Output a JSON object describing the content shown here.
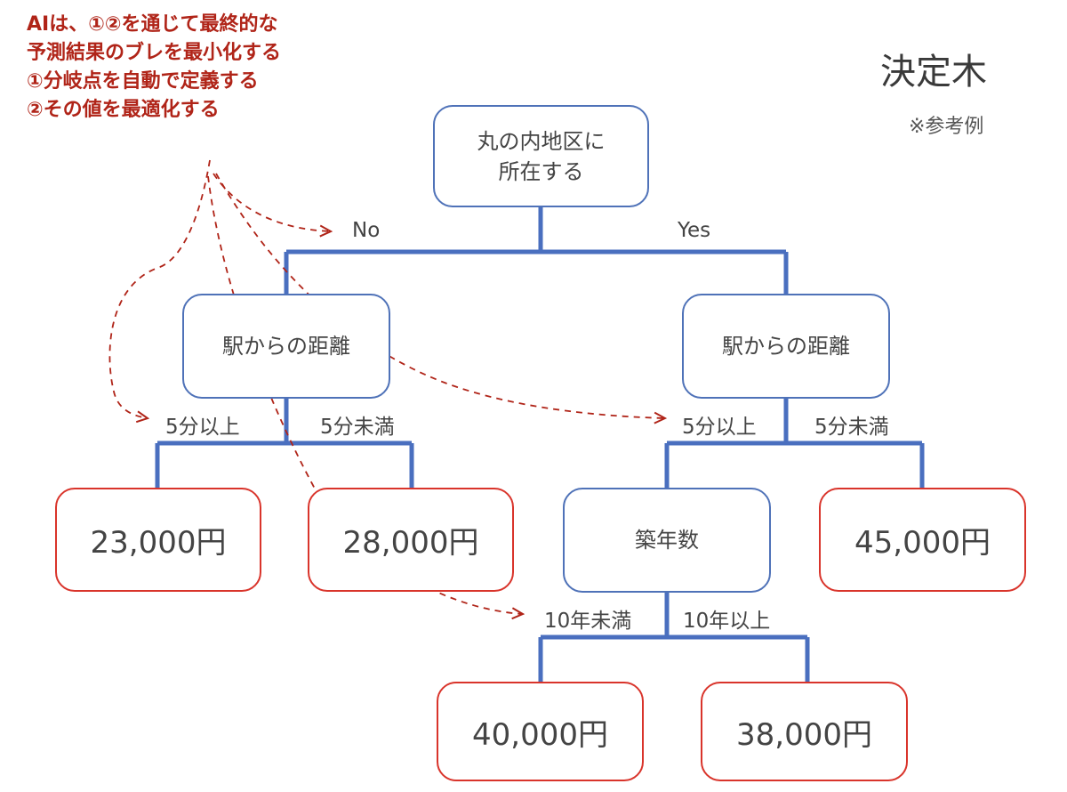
{
  "annotation": {
    "lines": [
      "AIは、①②を通じて最終的な",
      "予測結果のブレを最小化する",
      "①分岐点を自動で定義する",
      "②その値を最適化する"
    ],
    "color": "#b02418"
  },
  "title": "決定木",
  "reference": "※参考例",
  "colors": {
    "decision_border": "#4f72b8",
    "leaf_border": "#d9342b",
    "connector": "#4a6fbf",
    "arrow": "#b02418"
  },
  "nodes": {
    "root": {
      "line1": "丸の内地区に",
      "line2": "所在する"
    },
    "left_distance": "駅からの距離",
    "right_distance": "駅からの距離",
    "building_age": "築年数"
  },
  "edge_labels": {
    "no": "No",
    "yes": "Yes",
    "left_ge5": "5分以上",
    "left_lt5": "5分未満",
    "right_ge5": "5分以上",
    "right_lt5": "5分未満",
    "age_lt10": "10年未満",
    "age_ge10": "10年以上"
  },
  "leaves": {
    "leaf_1": "23,000円",
    "leaf_2": "28,000円",
    "leaf_3": "45,000円",
    "leaf_4": "40,000円",
    "leaf_5": "38,000円"
  }
}
